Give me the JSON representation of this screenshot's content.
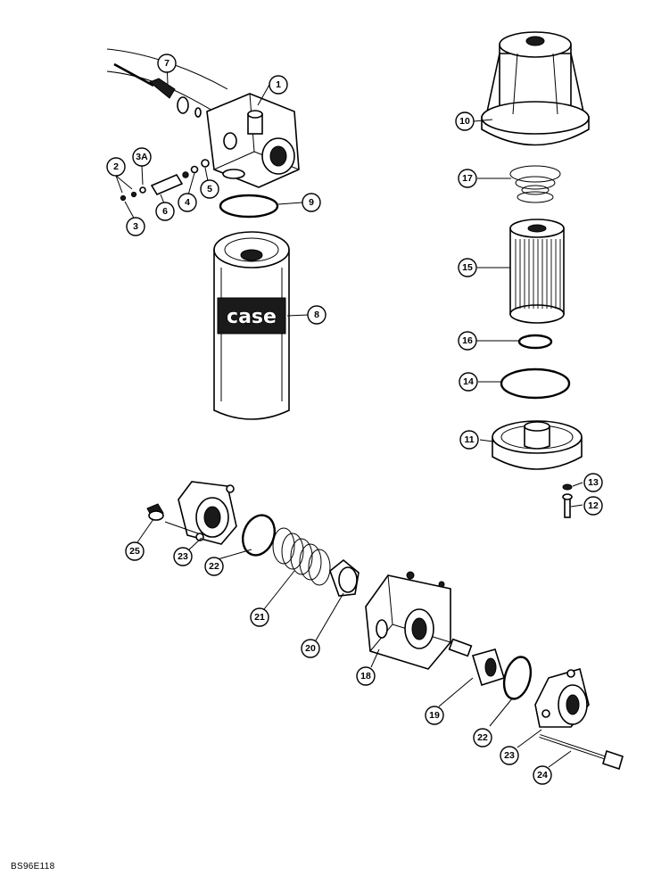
{
  "figure_id": "BS96E118",
  "brand_label": "case",
  "callouts": [
    "1",
    "2",
    "3A",
    "3",
    "4",
    "5",
    "6",
    "7",
    "8",
    "9",
    "10",
    "17",
    "15",
    "16",
    "14",
    "11",
    "13",
    "12",
    "25",
    "23",
    "22",
    "21",
    "20",
    "18",
    "19",
    "22",
    "23",
    "24"
  ]
}
